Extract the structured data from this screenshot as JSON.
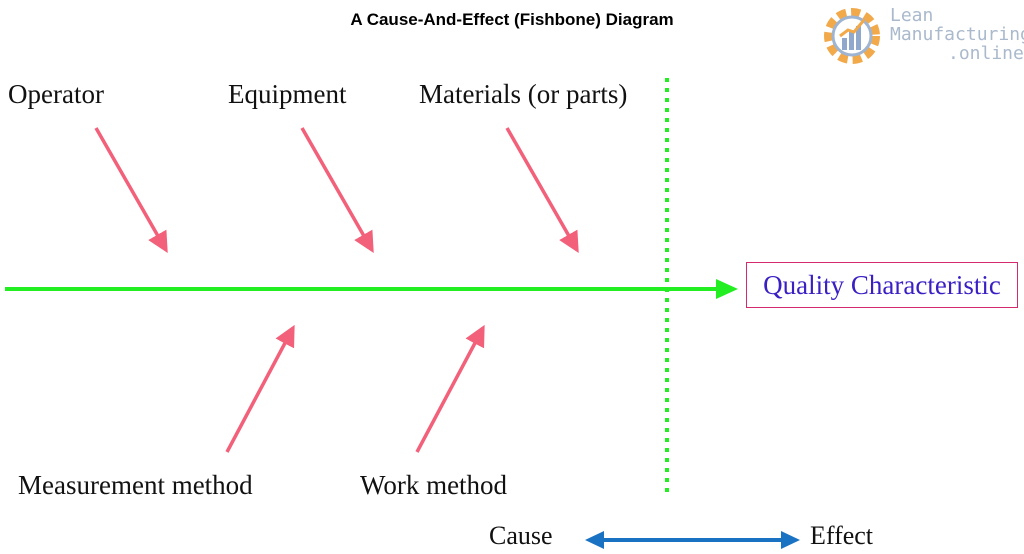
{
  "title": "A Cause-And-Effect (Fishbone) Diagram",
  "logo": {
    "line1": "Lean",
    "line2": "Manufacturing",
    "line3": ".online",
    "icon": "gear-chart-icon",
    "text_color": "#aab9cc"
  },
  "causes": {
    "top": [
      "Operator",
      "Equipment",
      "Materials (or parts)"
    ],
    "bottom": [
      "Measurement method",
      "Work method"
    ]
  },
  "effect": "Quality Characteristic",
  "scale": {
    "left_label": "Cause",
    "right_label": "Effect"
  },
  "colors": {
    "spine": "#22ee22",
    "bones": "#f2607a",
    "divider": "#22ee22",
    "effect_border": "#d62a6e",
    "effect_text": "#3a1fc4",
    "scale_arrow": "#1a73c2"
  }
}
